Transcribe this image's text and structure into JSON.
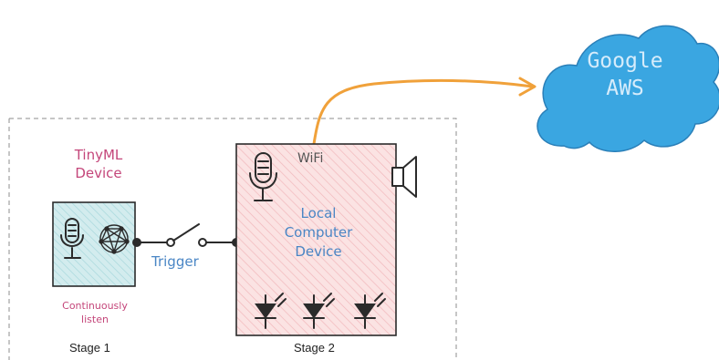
{
  "tinyml": {
    "title_line1": "TinyML",
    "title_line2": "Device",
    "caption_line1": "Continuously",
    "caption_line2": "listen",
    "stage": "Stage 1"
  },
  "trigger": {
    "label": "Trigger"
  },
  "local": {
    "wifi": "WiFi",
    "line1": "Local",
    "line2": "Computer",
    "line3": "Device",
    "stage": "Stage 2"
  },
  "cloud": {
    "line1": "Google",
    "line2": "AWS"
  },
  "colors": {
    "tinyml_fill": "#d3ecee",
    "local_fill": "#f9dcdc",
    "cloud_fill": "#3aa6e1",
    "arrow": "#f0a13a",
    "label_pink": "#c4467a",
    "label_blue": "#4a86c5"
  },
  "icons": [
    "microphone-icon",
    "neural-network-icon",
    "switch-icon",
    "speaker-icon",
    "led-icon",
    "cloud-icon"
  ]
}
